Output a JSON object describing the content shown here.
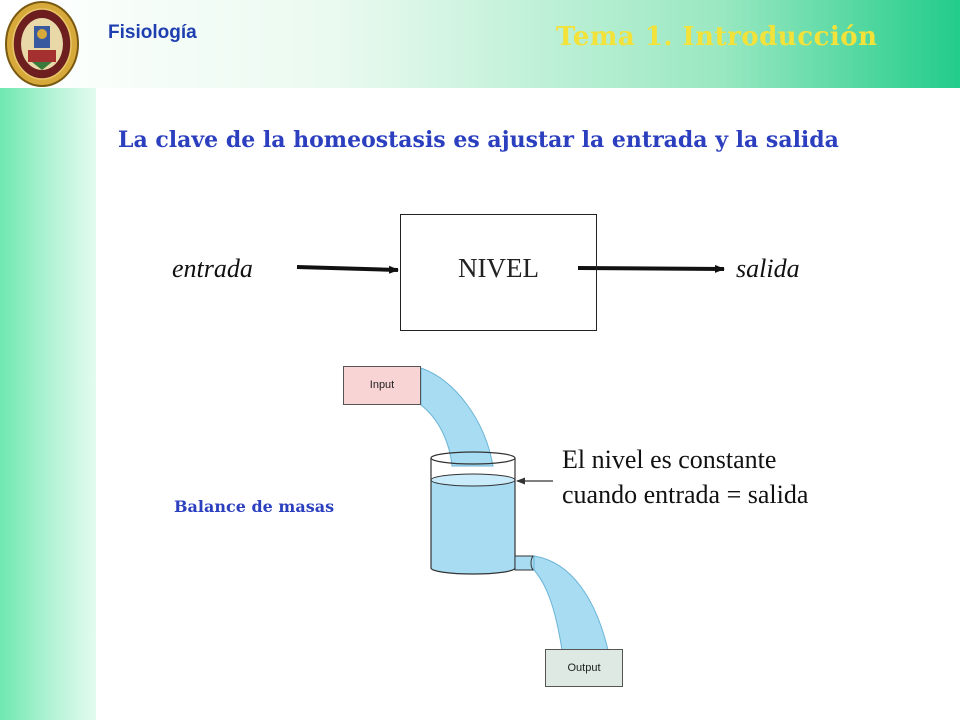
{
  "header": {
    "course": "Fisiología",
    "topic": "Tema 1. Introducción"
  },
  "slide": {
    "title": "La clave de la homeostasis es ajustar la entrada y la salida",
    "diagram": {
      "input_label": "entrada",
      "box_label": "NIVEL",
      "output_label": "salida"
    },
    "tank": {
      "input_box": "Input",
      "output_box": "Output",
      "note_line1": "El nivel es constante",
      "note_line2": "cuando entrada = salida",
      "caption": "Balance de masas"
    }
  },
  "colors": {
    "title": "#2b3fbf",
    "topic": "#f2e23a",
    "water": "#a7dcf3",
    "input_fill": "#f9d4d4",
    "output_fill": "#dde9e2"
  },
  "icons": {
    "logo": "university-seal-icon"
  }
}
